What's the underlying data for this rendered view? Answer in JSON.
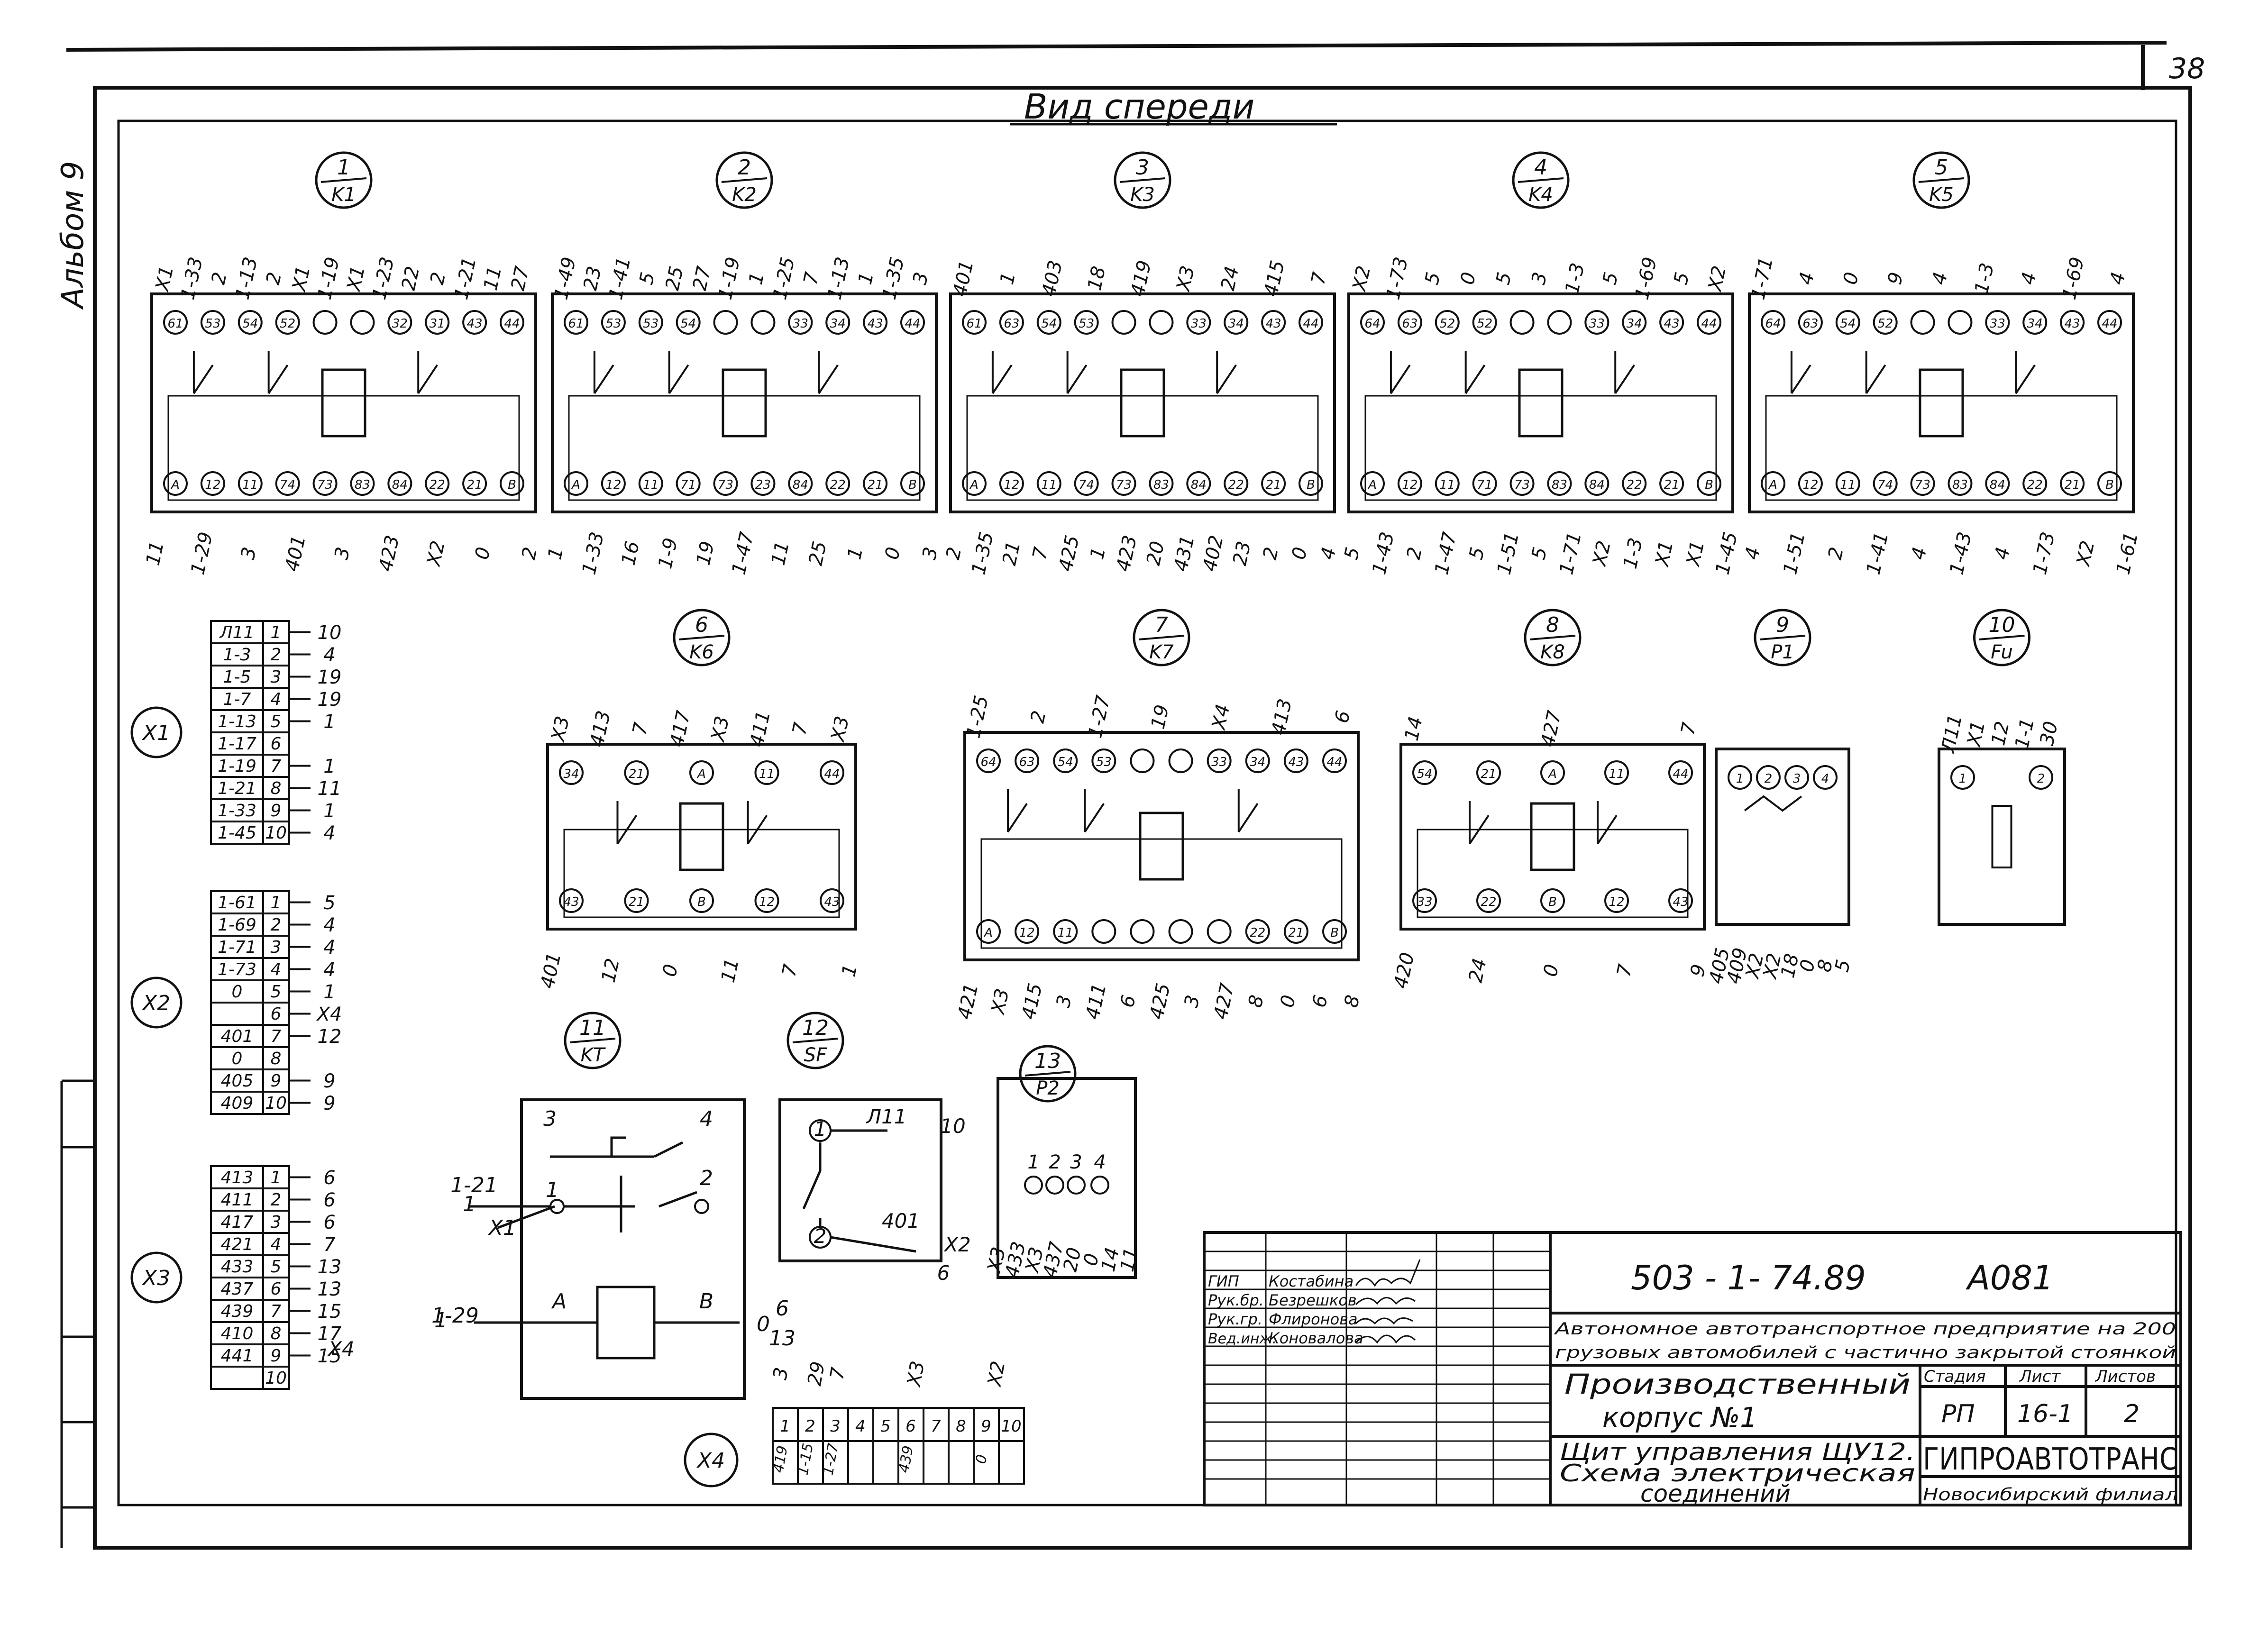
{
  "sheet": {
    "page_number": "38",
    "album": "Альбом 9",
    "view_title": "Вид спереди"
  },
  "devices": [
    {
      "num": "1",
      "code": "K1",
      "top": [
        "X1",
        "1-33",
        "2",
        "1-13",
        "2",
        "X1",
        "1-19",
        "X1",
        "1-23",
        "22",
        "2",
        "1-21",
        "11",
        "27"
      ],
      "top_pins": [
        "61",
        "53",
        "54",
        "52",
        "",
        "",
        "32",
        "31",
        "43",
        "44"
      ],
      "bot_pins": [
        "A",
        "12",
        "11",
        "74",
        "73",
        "83",
        "84",
        "22",
        "21",
        "B"
      ],
      "bottom": [
        "11",
        "1-29",
        "3",
        "401",
        "3",
        "423",
        "X2",
        "0",
        "2"
      ]
    },
    {
      "num": "2",
      "code": "K2",
      "top": [
        "1-49",
        "23",
        "1-41",
        "5",
        "25",
        "27",
        "1-19",
        "1",
        "1-25",
        "7",
        "1-13",
        "1",
        "1-35",
        "3"
      ],
      "top_pins": [
        "61",
        "53",
        "53",
        "54",
        "",
        "",
        "33",
        "34",
        "43",
        "44"
      ],
      "bot_pins": [
        "A",
        "12",
        "11",
        "71",
        "73",
        "23",
        "84",
        "22",
        "21",
        "B"
      ],
      "bottom": [
        "1",
        "1-33",
        "16",
        "1-9",
        "19",
        "1-47",
        "11",
        "25",
        "1",
        "0",
        "3"
      ]
    },
    {
      "num": "3",
      "code": "K3",
      "top": [
        "401",
        "1",
        "403",
        "18",
        "419",
        "X3",
        "24",
        "415",
        "7"
      ],
      "top_pins": [
        "61",
        "63",
        "54",
        "53",
        "",
        "",
        "33",
        "34",
        "43",
        "44"
      ],
      "bot_pins": [
        "A",
        "12",
        "11",
        "74",
        "73",
        "83",
        "84",
        "22",
        "21",
        "B"
      ],
      "bottom": [
        "2",
        "1-35",
        "21",
        "7",
        "425",
        "1",
        "423",
        "20",
        "431",
        "402",
        "23",
        "2",
        "0",
        "4"
      ]
    },
    {
      "num": "4",
      "code": "K4",
      "top": [
        "X2",
        "1-73",
        "5",
        "0",
        "5",
        "3",
        "1-3",
        "5",
        "1-69",
        "5",
        "X2"
      ],
      "top_pins": [
        "64",
        "63",
        "52",
        "52",
        "",
        "",
        "33",
        "34",
        "43",
        "44"
      ],
      "bot_pins": [
        "A",
        "12",
        "11",
        "71",
        "73",
        "83",
        "84",
        "22",
        "21",
        "B"
      ],
      "bottom": [
        "5",
        "1-43",
        "2",
        "1-47",
        "5",
        "1-51",
        "5",
        "1-71",
        "X2",
        "1-3",
        "X1",
        "X1",
        "1-45"
      ]
    },
    {
      "num": "5",
      "code": "K5",
      "top": [
        "1-71",
        "4",
        "0",
        "9",
        "4",
        "1-3",
        "4",
        "1-69",
        "4"
      ],
      "top_pins": [
        "64",
        "63",
        "54",
        "52",
        "",
        "",
        "33",
        "34",
        "43",
        "44"
      ],
      "bot_pins": [
        "A",
        "12",
        "11",
        "74",
        "73",
        "83",
        "84",
        "22",
        "21",
        "B"
      ],
      "bottom": [
        "4",
        "1-51",
        "2",
        "1-41",
        "4",
        "1-43",
        "4",
        "1-73",
        "X2",
        "1-61"
      ]
    },
    {
      "num": "6",
      "code": "K6",
      "top": [
        "X3",
        "413",
        "7",
        "417",
        "X3",
        "411",
        "7",
        "X3"
      ],
      "top_pins": [
        "34",
        "21",
        "A",
        "11",
        "44"
      ],
      "bot_pins": [
        "43",
        "21",
        "B",
        "12",
        "43"
      ],
      "bottom": [
        "401",
        "12",
        "0",
        "11",
        "7",
        "1"
      ]
    },
    {
      "num": "7",
      "code": "K7",
      "top": [
        "1-25",
        "2",
        "1-27",
        "19",
        "X4",
        "413",
        "6"
      ],
      "top_pins": [
        "64",
        "63",
        "54",
        "53",
        "",
        "",
        "33",
        "34",
        "43",
        "44"
      ],
      "bot_pins": [
        "A",
        "12",
        "11",
        "",
        "",
        "",
        "",
        "22",
        "21",
        "B"
      ],
      "bottom": [
        "421",
        "X3",
        "415",
        "3",
        "411",
        "6",
        "425",
        "3",
        "427",
        "8",
        "0",
        "6",
        "8"
      ]
    },
    {
      "num": "8",
      "code": "K8",
      "top": [
        "14",
        "427",
        "7"
      ],
      "top_pins": [
        "54",
        "21",
        "A",
        "11",
        "44"
      ],
      "bot_pins": [
        "33",
        "22",
        "B",
        "12",
        "43"
      ],
      "bottom": [
        "420",
        "24",
        "0",
        "7",
        "9"
      ]
    },
    {
      "num": "9",
      "code": "P1",
      "top": [],
      "top_pins": [
        "1",
        "2",
        "3",
        "4"
      ],
      "bot_pins": [],
      "bottom": [
        "405",
        "409",
        "X2",
        "X2",
        "18",
        "0",
        "8",
        "5"
      ]
    },
    {
      "num": "10",
      "code": "Fu",
      "top": [
        "Л11",
        "X1",
        "12",
        "1-1",
        "30"
      ],
      "top_pins": [
        "1",
        "2"
      ],
      "bot_pins": [],
      "bottom": []
    },
    {
      "num": "11",
      "code": "KT",
      "top": [
        "3",
        "4",
        "1-21",
        "1",
        "2",
        "1",
        "X1",
        "1-29",
        "A",
        "B",
        "1"
      ],
      "top_pins": [],
      "bot_pins": [],
      "bottom": [
        "0",
        "6",
        "13"
      ]
    },
    {
      "num": "12",
      "code": "SF",
      "top": [
        "1",
        "Л11",
        "10",
        "2",
        "401",
        "X2",
        "6"
      ],
      "top_pins": [],
      "bot_pins": [],
      "bottom": []
    },
    {
      "num": "13",
      "code": "P2",
      "top": [
        "1",
        "2",
        "3",
        "4"
      ],
      "top_pins": [],
      "bot_pins": [],
      "bottom": [
        "X3",
        "433",
        "X3",
        "437",
        "20",
        "0",
        "14",
        "11"
      ]
    }
  ],
  "terminals": [
    {
      "name": "X1",
      "rows": [
        {
          "l": "Л11",
          "n": "1",
          "r": "10"
        },
        {
          "l": "1-3",
          "n": "2",
          "r": "4"
        },
        {
          "l": "1-5",
          "n": "3",
          "r": "19"
        },
        {
          "l": "1-7",
          "n": "4",
          "r": "19"
        },
        {
          "l": "1-13",
          "n": "5",
          "r": "1"
        },
        {
          "l": "1-17",
          "n": "6",
          "r": ""
        },
        {
          "l": "1-19",
          "n": "7",
          "r": "1"
        },
        {
          "l": "1-21",
          "n": "8",
          "r": "11"
        },
        {
          "l": "1-33",
          "n": "9",
          "r": "1"
        },
        {
          "l": "1-45",
          "n": "10",
          "r": "4"
        }
      ]
    },
    {
      "name": "X2",
      "rows": [
        {
          "l": "1-61",
          "n": "1",
          "r": "5"
        },
        {
          "l": "1-69",
          "n": "2",
          "r": "4"
        },
        {
          "l": "1-71",
          "n": "3",
          "r": "4"
        },
        {
          "l": "1-73",
          "n": "4",
          "r": "4"
        },
        {
          "l": "0",
          "n": "5",
          "r": "1"
        },
        {
          "l": "",
          "n": "6",
          "r": "X4"
        },
        {
          "l": "401",
          "n": "7",
          "r": "12"
        },
        {
          "l": "0",
          "n": "8",
          "r": ""
        },
        {
          "l": "405",
          "n": "9",
          "r": "9"
        },
        {
          "l": "409",
          "n": "10",
          "r": "9"
        }
      ]
    },
    {
      "name": "X3",
      "rows": [
        {
          "l": "413",
          "n": "1",
          "r": "6"
        },
        {
          "l": "411",
          "n": "2",
          "r": "6"
        },
        {
          "l": "417",
          "n": "3",
          "r": "6"
        },
        {
          "l": "421",
          "n": "4",
          "r": "7"
        },
        {
          "l": "433",
          "n": "5",
          "r": "13"
        },
        {
          "l": "437",
          "n": "6",
          "r": "13"
        },
        {
          "l": "439",
          "n": "7",
          "r": "15"
        },
        {
          "l": "410",
          "n": "8",
          "r": "17"
        },
        {
          "l": "441",
          "n": "9",
          "r": "15"
        },
        {
          "l": "",
          "n": "10",
          "r": ""
        }
      ]
    }
  ],
  "x1_extra": "X4",
  "terminal_x4": {
    "name": "X4",
    "top": [
      "3",
      "29",
      "7",
      "X3",
      "X2"
    ],
    "cells": [
      {
        "t": "419",
        "n": "1"
      },
      {
        "t": "1-15",
        "n": "2"
      },
      {
        "t": "1-27",
        "n": "3"
      },
      {
        "t": "",
        "n": "4"
      },
      {
        "t": "",
        "n": "5"
      },
      {
        "t": "439",
        "n": "6"
      },
      {
        "t": "",
        "n": "7"
      },
      {
        "t": "",
        "n": "8"
      },
      {
        "t": "0",
        "n": "9"
      },
      {
        "t": "",
        "n": "10"
      }
    ]
  },
  "title_block": {
    "doc_code": "503 - 1- 74.89",
    "doc_code2": "A081",
    "roles": [
      {
        "role": "ГИП",
        "name": "Костабина"
      },
      {
        "role": "Рук.бр.",
        "name": "Безрешков"
      },
      {
        "role": "Рук.гр.",
        "name": "Флиронова"
      },
      {
        "role": "Вед.инж.",
        "name": "Коновалова"
      }
    ],
    "project_line1": "Автономное автотранспортное предприятие на 200",
    "project_line2": "грузовых автомобилей с частично закрытой стоянкой",
    "building_line1": "Производственный",
    "building_line2": "корпус №1",
    "stage_label": "Стадия",
    "sheet_label": "Лист",
    "sheets_label": "Листов",
    "stage": "РП",
    "sheet": "16-1",
    "sheets": "2",
    "drawing_line1": "Щит управления ЩУ12.",
    "drawing_line2": "Схема электрическая",
    "drawing_line3": "соединений",
    "org": "ГИПРОАВТОТРАНС",
    "branch": "Новосибирский филиал"
  }
}
